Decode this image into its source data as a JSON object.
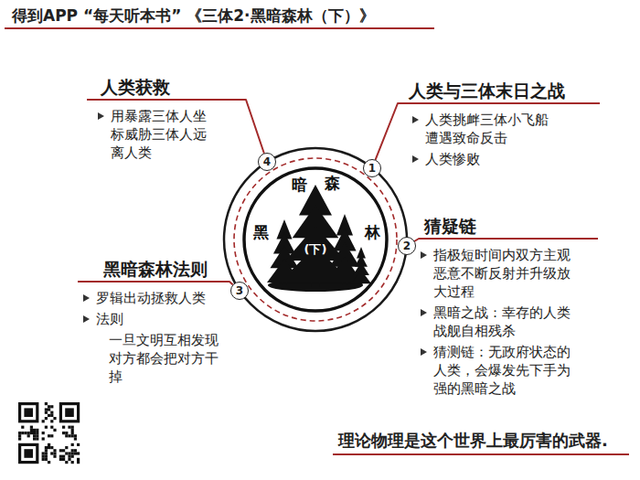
{
  "diagram": {
    "title": "得到APP “每天听本书” 《三体2·黑暗森林（下）》",
    "caption": "理论物理是这个世界上最厉害的武器.",
    "nodes": [
      {
        "text": [
          "黑",
          "暗",
          "森",
          "林",
          "(下)"
        ]
      },
      {
        "text": [
          "1"
        ]
      },
      {
        "text": [
          "人类与三体末日之战",
          "人类挑衅三体小飞船遭遇致命反击",
          "人类惨败"
        ]
      },
      {
        "text": [
          "2"
        ]
      },
      {
        "text": [
          "猜疑链",
          "指极短时间内双方主观恶意不断反射并升级放大过程",
          "黑暗之战：幸存的人类战舰自相残杀",
          "猜测链：无政府状态的人类，会爆发先下手为强的黑暗之战"
        ]
      },
      {
        "text": [
          "3"
        ]
      },
      {
        "text": [
          "黑暗森林法则",
          "罗辑出动拯救人类",
          "法则",
          "一旦文明互相发现对方都会把对方干掉"
        ]
      },
      {
        "text": [
          "4"
        ]
      },
      {
        "text": [
          "人类获救",
          "用暴露三体人坐标威胁三体人远离人类"
        ]
      }
    ],
    "edges": [
      {
        "from": 1,
        "to": 2,
        "arrow": "none"
      },
      {
        "from": 3,
        "to": 4,
        "arrow": "none"
      },
      {
        "from": 5,
        "to": 6,
        "arrow": "none"
      },
      {
        "from": 7,
        "to": 8,
        "arrow": "none"
      }
    ]
  }
}
